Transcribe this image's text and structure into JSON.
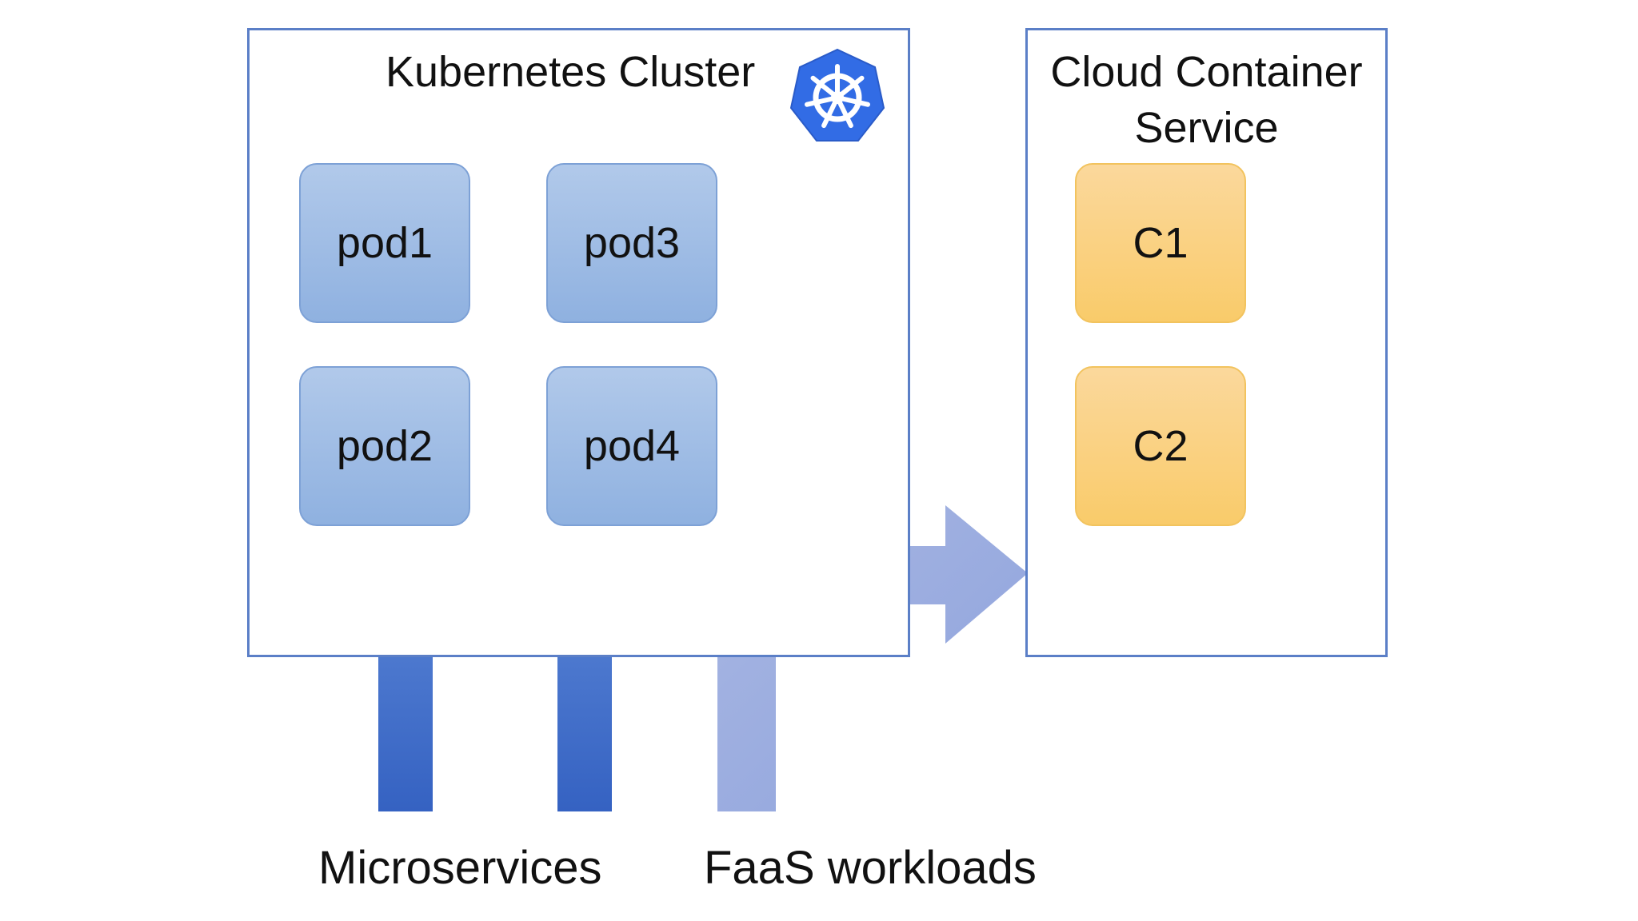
{
  "kubernetes_cluster": {
    "title": "Kubernetes Cluster",
    "logo_icon": "kubernetes-helm-icon",
    "pods": [
      "pod1",
      "pod2",
      "pod3",
      "pod4"
    ]
  },
  "cloud_container_service": {
    "title_line1": "Cloud Container",
    "title_line2": "Service",
    "containers": [
      "C1",
      "C2"
    ]
  },
  "labels": {
    "microservices": "Microservices",
    "faas": "FaaS workloads"
  },
  "colors": {
    "frame_border": "#5b7fc7",
    "pod_fill": "#a6c1e7",
    "container_fill": "#fad07f",
    "arrow_blue": "#3f6fcb",
    "arrow_faas": "#9eafe0"
  }
}
